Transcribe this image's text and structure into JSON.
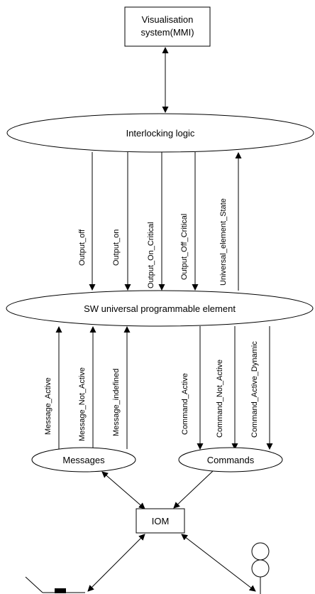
{
  "nodes": {
    "visualisation": {
      "line1": "Visualisation",
      "line2": "system(MMI)"
    },
    "interlocking": {
      "label": "Interlocking logic"
    },
    "sw_element": {
      "label": "SW universal programmable element"
    },
    "messages": {
      "label": "Messages"
    },
    "commands": {
      "label": "Commands"
    },
    "iom": {
      "label": "IOM"
    }
  },
  "signals": {
    "output_off": "Output_off",
    "output_on": "Output_on",
    "output_on_critical": "Output_On_Critical",
    "output_off_critical": "Output_Off_Critical",
    "universal_element_state": "Universal_element_State",
    "message_active": "Message_Active",
    "message_not_active": "Message_Not_Active",
    "message_indefined": "Message_indefined",
    "command_active": "Command_Active",
    "command_not_active": "Command_Not_Active",
    "command_active_dynamic": "Command_Active_Dynamic"
  }
}
